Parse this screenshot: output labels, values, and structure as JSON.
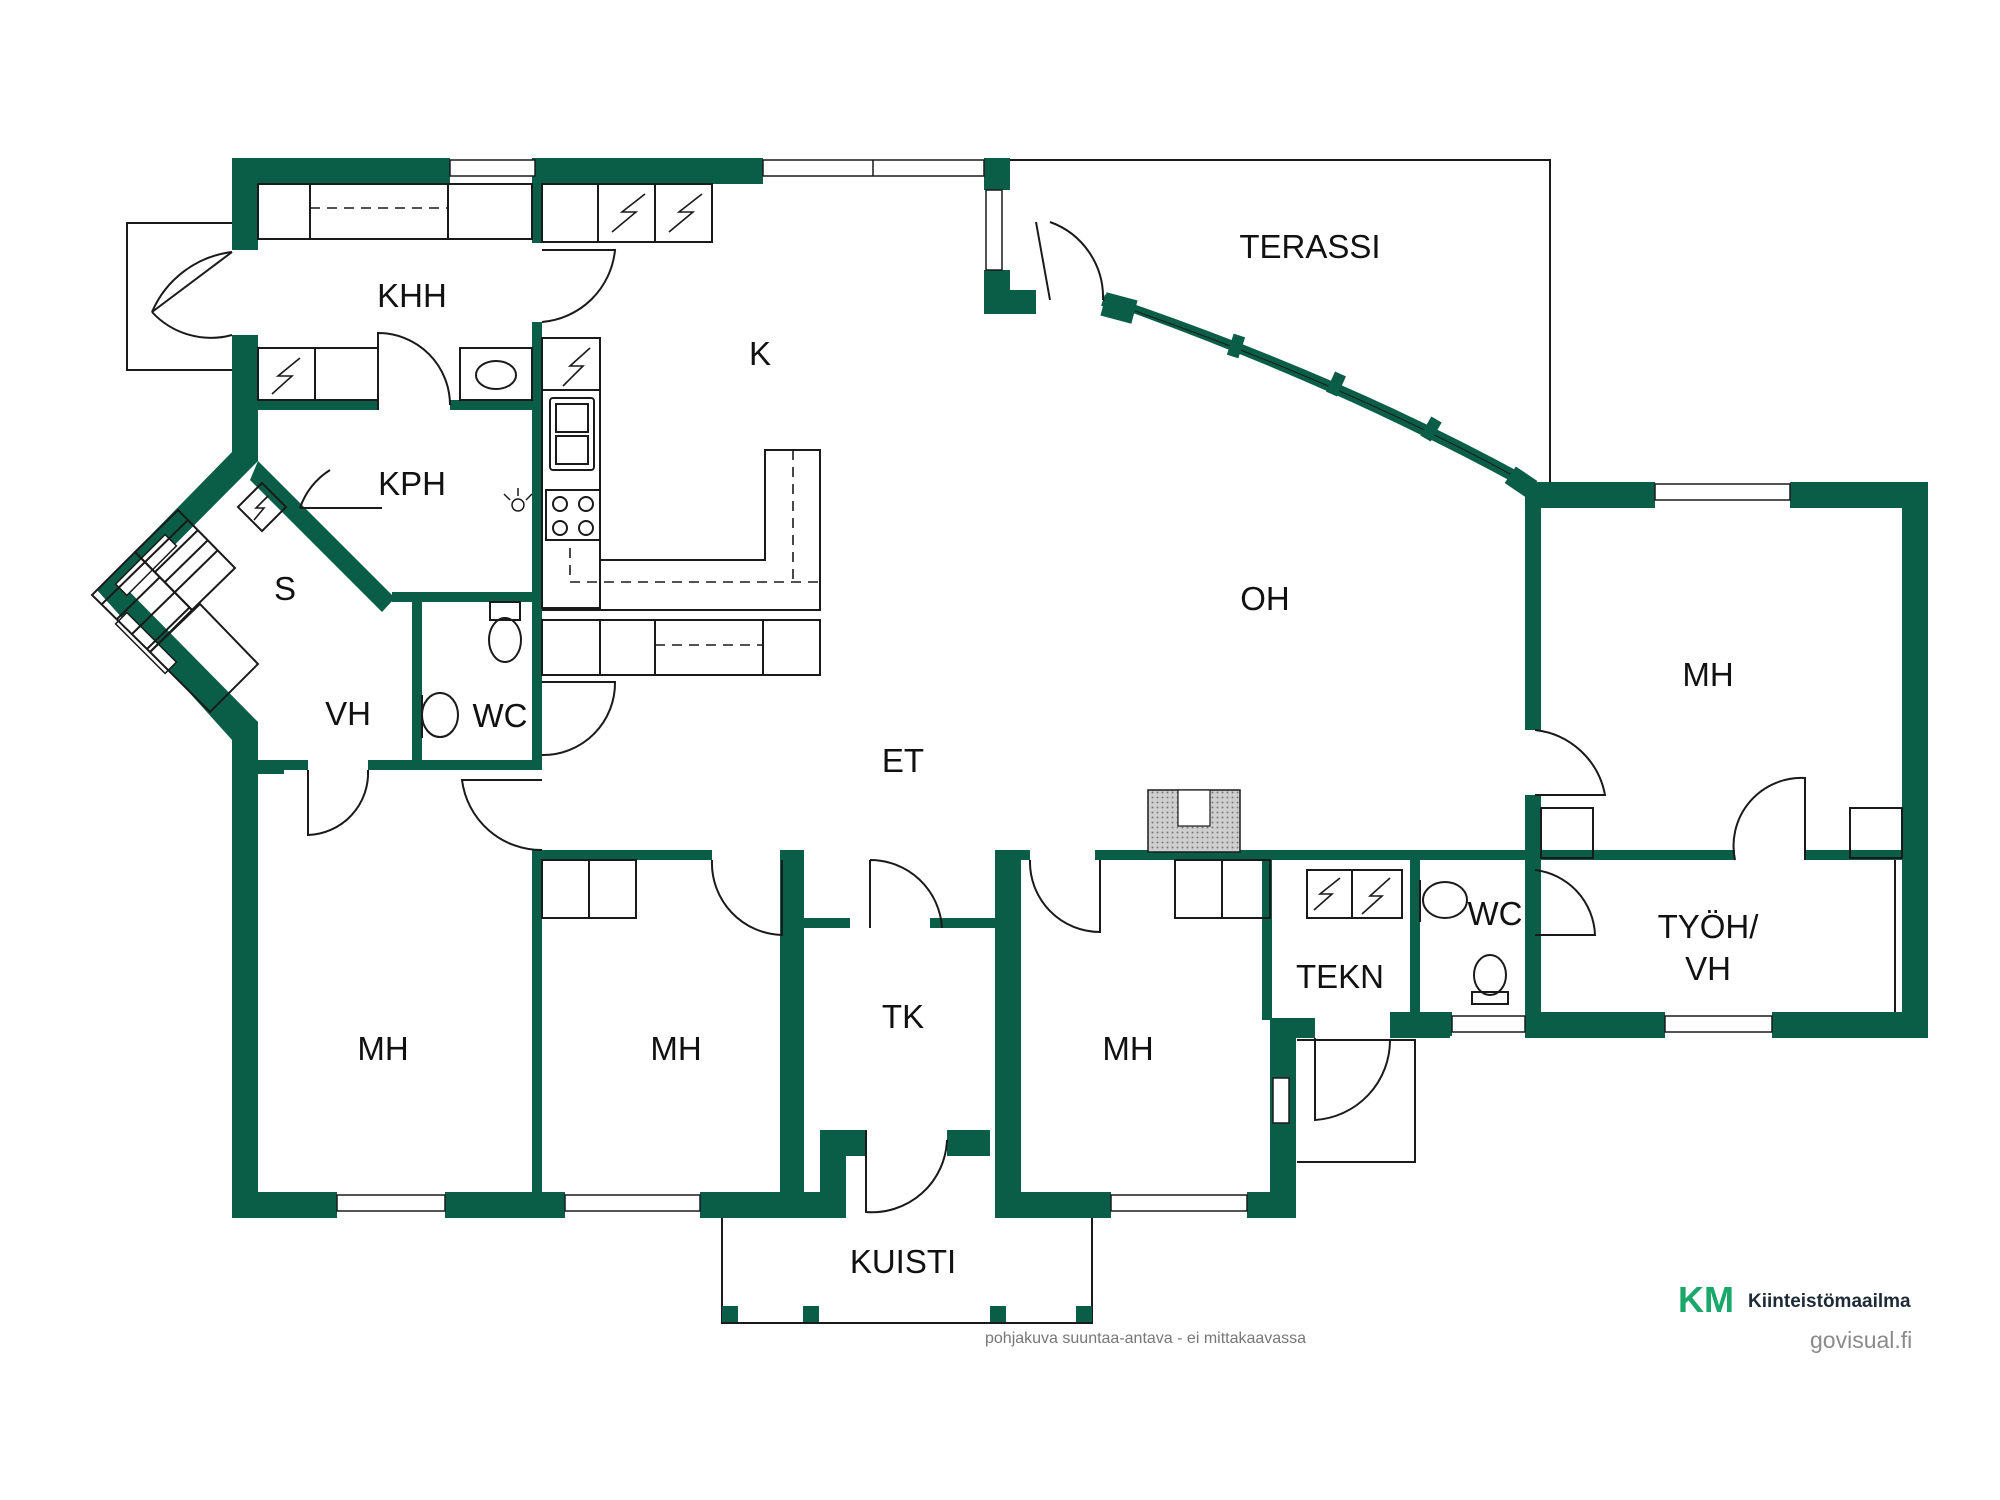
{
  "rooms": {
    "terassi": "TERASSI",
    "khh": "KHH",
    "k": "K",
    "kph": "KPH",
    "s": "S",
    "oh": "OH",
    "vh": "VH",
    "wc_left": "WC",
    "et": "ET",
    "mh_right": "MH",
    "wc_right": "WC",
    "tyoh_line1": "TYÖH/",
    "tyoh_line2": "VH",
    "tekn": "TEKN",
    "tk": "TK",
    "mh_1": "MH",
    "mh_2": "MH",
    "mh_3": "MH",
    "kuisti": "KUISTI"
  },
  "footer": {
    "disclaimer": "pohjakuva suuntaa-antava - ei mittakaavassa",
    "brand_mark": "KM",
    "brand_name": "Kiinteistömaailma",
    "website": "govisual.fi"
  },
  "colors": {
    "wall": "#0a5e48",
    "brand_green": "#1aa86a"
  },
  "icons": [
    "electric-appliance-icon",
    "sink-icon",
    "toilet-icon",
    "stove-icon",
    "fireplace-icon",
    "sauna-stove-icon"
  ]
}
